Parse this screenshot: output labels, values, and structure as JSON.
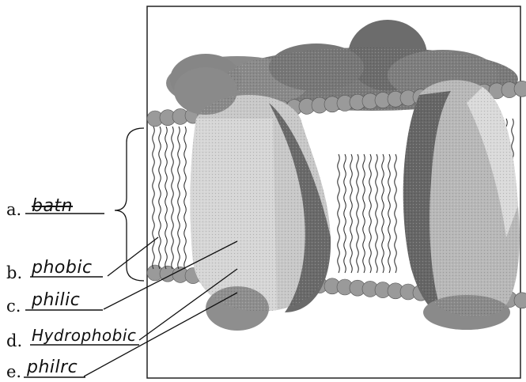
{
  "labels": [
    {
      "letter": "a.",
      "answer": "batn"
    },
    {
      "letter": "b.",
      "answer": "phobic"
    },
    {
      "letter": "c.",
      "answer": "philic"
    },
    {
      "letter": "d.",
      "answer": "Hydrophobic"
    },
    {
      "letter": "e.",
      "answer": "philrc"
    }
  ],
  "colors": {
    "ink": "#111111",
    "protein_dark": "#6e6e6e",
    "protein_mid": "#8c8c8c",
    "protein_light": "#d0d0d0",
    "head": "#9a9a9a"
  }
}
